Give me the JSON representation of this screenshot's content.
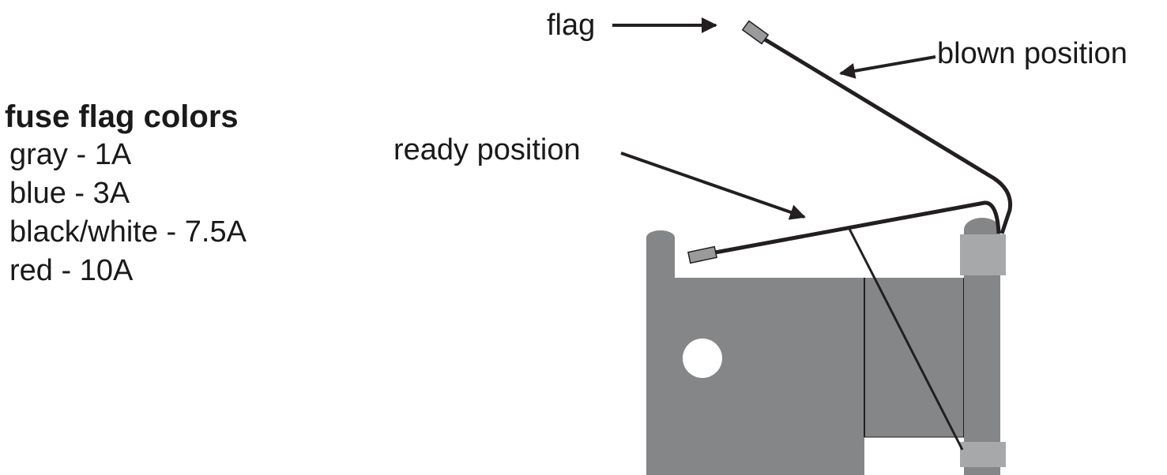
{
  "legend": {
    "title": "fuse flag colors",
    "items": [
      {
        "label": "gray - 1A"
      },
      {
        "label": "blue - 3A"
      },
      {
        "label": "black/white - 7.5A"
      },
      {
        "label": "red - 10A"
      }
    ]
  },
  "labels": {
    "flag": "flag",
    "blown_position": "blown position",
    "ready_position": "ready position"
  },
  "colors": {
    "body": "#858688",
    "band": "#a7a8aa",
    "flag_tip": "#9a9a9c",
    "wire": "#231f20",
    "text": "#1a1a1a",
    "hole": "#ffffff"
  }
}
